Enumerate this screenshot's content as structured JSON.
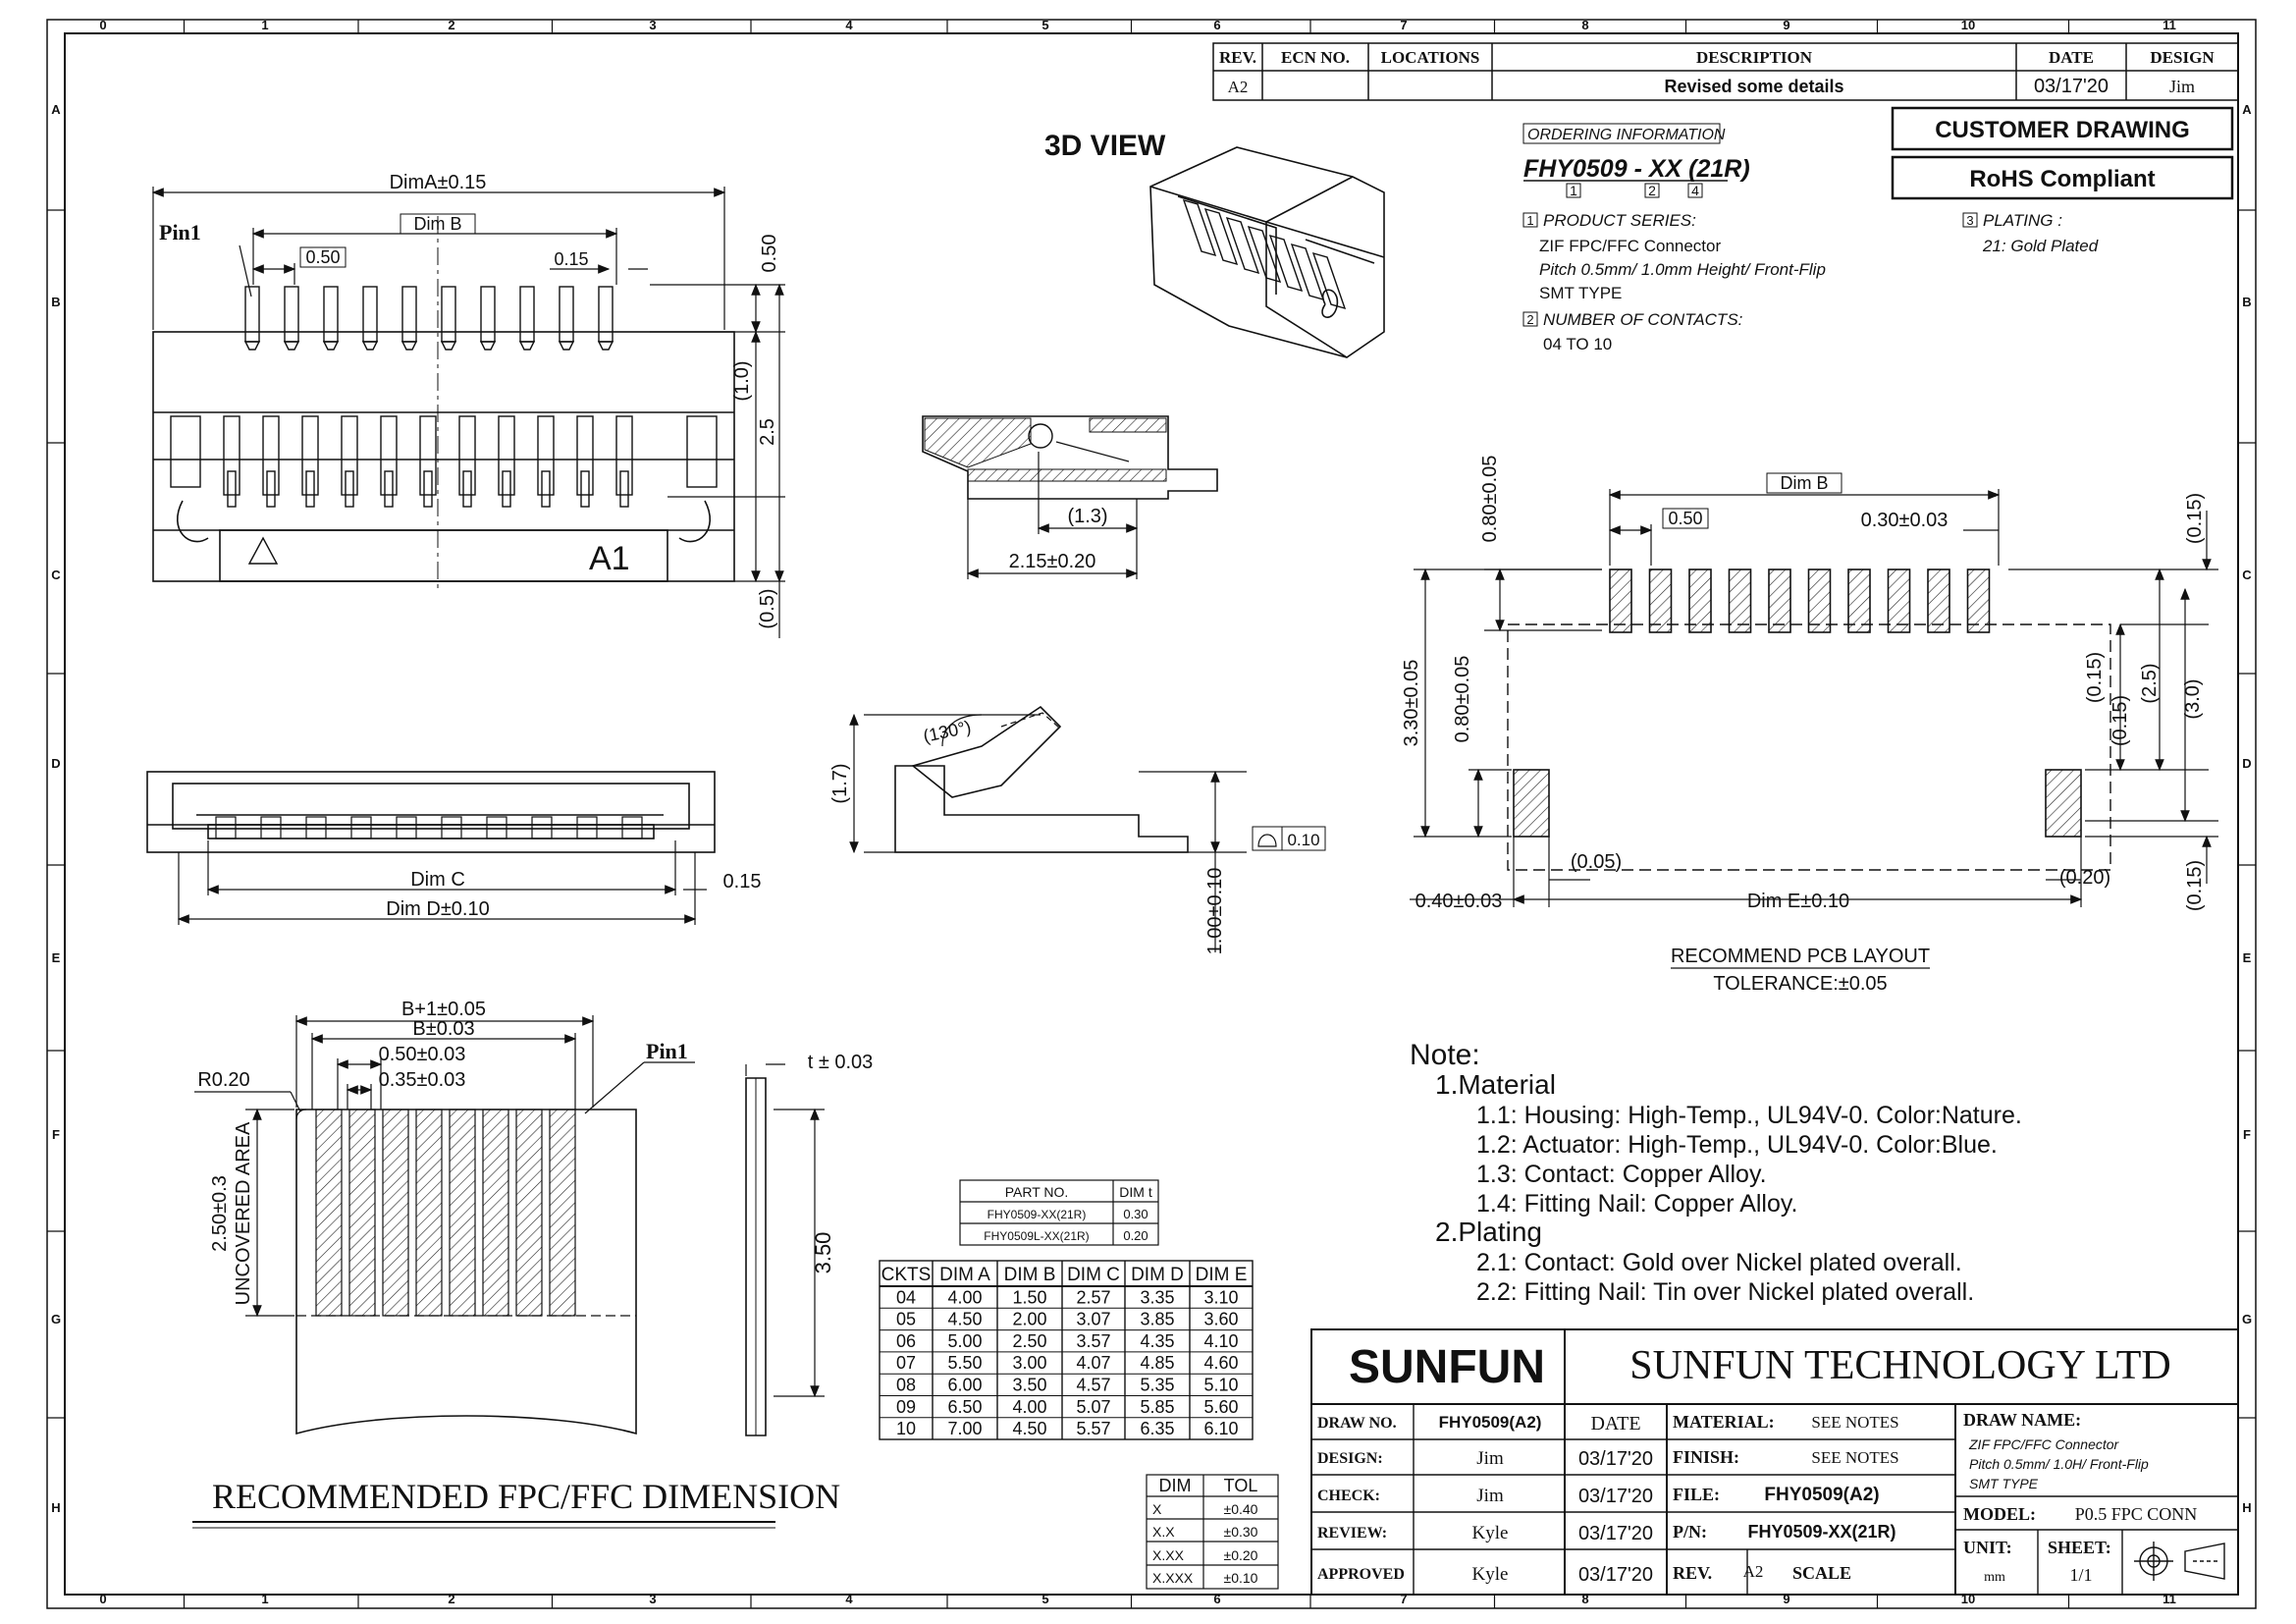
{
  "border": {
    "cols": [
      "0",
      "1",
      "2",
      "3",
      "4",
      "5",
      "6",
      "7",
      "8",
      "9",
      "10",
      "11"
    ],
    "rows": [
      "A",
      "B",
      "C",
      "D",
      "E",
      "F",
      "G",
      "H"
    ]
  },
  "revision": {
    "headers": [
      "REV.",
      "ECN NO.",
      "LOCATIONS",
      "DESCRIPTION",
      "DATE",
      "DESIGN"
    ],
    "row": [
      "A2",
      "",
      "",
      "Revised some details",
      "03/17'20",
      "Jim"
    ]
  },
  "labels": {
    "view3d": "3D VIEW",
    "customer_drawing": "CUSTOMER DRAWING",
    "rohs": "RoHS Compliant",
    "pcb_layout": "RECOMMEND PCB LAYOUT",
    "pcb_tol": "TOLERANCE:±0.05",
    "fpc_title": "RECOMMENDED FPC/FFC DIMENSION"
  },
  "ordering": {
    "heading": "ORDERING INFORMATION",
    "part_a": "FHY0509",
    "part_sep": " - ",
    "part_b": "XX",
    "part_c": " (21R)",
    "box1": "1",
    "box2": "2",
    "box3": "3",
    "box4": "4",
    "series_title": "PRODUCT SERIES:",
    "series_lines": [
      "ZIF FPC/FFC Connector",
      "Pitch 0.5mm/ 1.0mm Height/ Front-Flip",
      "SMT TYPE"
    ],
    "contacts_title": "NUMBER OF CONTACTS:",
    "contacts_value": "04 TO 10",
    "plating_title": "PLATING :",
    "plating_value": "21: Gold Plated"
  },
  "top_view": {
    "dim_a": "DimA±0.15",
    "dim_b": "Dim B",
    "pin1": "Pin1",
    "pitch": "0.50",
    "width": "0.15",
    "h050": "0.50",
    "h10": "(1.0)",
    "h25": "2.5",
    "h05": "(0.5)",
    "mark": "A1"
  },
  "side_view": {
    "d13": "(1.3)",
    "d215": "2.15±0.20"
  },
  "open_view": {
    "angle": "(130°)",
    "h17": "(1.7)",
    "h100": "1.00±0.10",
    "flat": "0.10"
  },
  "front_view": {
    "dim_c": "Dim C",
    "dim_d": "Dim D±0.10",
    "d015": "0.15"
  },
  "pcb": {
    "dim_b": "Dim B",
    "pitch": "0.50",
    "pad_w": "0.30±0.03",
    "pad_h": "0.80±0.05",
    "total_h": "3.30±0.05",
    "nail_h": "0.80±0.05",
    "e015a": "(0.15)",
    "e015b": "(0.15)",
    "e015c": "(0.15)",
    "e25": "(2.5)",
    "e30": "(3.0)",
    "e015d": "(0.15)",
    "e005": "(0.05)",
    "e040": "0.40±0.03",
    "dim_e": "Dim E±0.10",
    "e020": "(0.20)"
  },
  "fpc": {
    "b1": "B+1±0.05",
    "b": "B±0.03",
    "p050": "0.50±0.03",
    "p035": "0.35±0.03",
    "r020": "R0.20",
    "pin1": "Pin1",
    "len": "2.50±0.3",
    "area": "UNCOVERED AREA",
    "t": "t ± 0.03",
    "h350": "3.50"
  },
  "notes": {
    "title": "Note:",
    "lines": [
      "1.Material",
      "1.1: Housing: High-Temp., UL94V-0. Color:Nature.",
      "1.2: Actuator: High-Temp., UL94V-0. Color:Blue.",
      "1.3: Contact: Copper Alloy.",
      "1.4: Fitting Nail: Copper Alloy.",
      "2.Plating",
      "2.1: Contact: Gold over Nickel plated overall.",
      "2.2: Fitting Nail: Tin over Nickel plated overall."
    ]
  },
  "part_table": {
    "headers": [
      "PART NO.",
      "DIM t"
    ],
    "rows": [
      [
        "FHY0509-XX(21R)",
        "0.30"
      ],
      [
        "FHY0509L-XX(21R)",
        "0.20"
      ]
    ]
  },
  "dim_table": {
    "headers": [
      "CKTS",
      "DIM A",
      "DIM B",
      "DIM C",
      "DIM D",
      "DIM E"
    ],
    "rows": [
      [
        "04",
        "4.00",
        "1.50",
        "2.57",
        "3.35",
        "3.10"
      ],
      [
        "05",
        "4.50",
        "2.00",
        "3.07",
        "3.85",
        "3.60"
      ],
      [
        "06",
        "5.00",
        "2.50",
        "3.57",
        "4.35",
        "4.10"
      ],
      [
        "07",
        "5.50",
        "3.00",
        "4.07",
        "4.85",
        "4.60"
      ],
      [
        "08",
        "6.00",
        "3.50",
        "4.57",
        "5.35",
        "5.10"
      ],
      [
        "09",
        "6.50",
        "4.00",
        "5.07",
        "5.85",
        "5.60"
      ],
      [
        "10",
        "7.00",
        "4.50",
        "5.57",
        "6.35",
        "6.10"
      ]
    ]
  },
  "tol_table": {
    "headers": [
      "DIM",
      "TOL"
    ],
    "rows": [
      [
        "X",
        "±0.40"
      ],
      [
        "X.X",
        "±0.30"
      ],
      [
        "X.XX",
        "±0.20"
      ],
      [
        "X.XXX",
        "±0.10"
      ]
    ]
  },
  "title_block": {
    "logo": "SUNFUN",
    "company": "SUNFUN TECHNOLOGY LTD",
    "draw_no_label": "DRAW NO.",
    "draw_no": "FHY0509(A2)",
    "date_label": "DATE",
    "rows": [
      {
        "label": "DESIGN:",
        "name": "Jim",
        "date": "03/17'20"
      },
      {
        "label": "CHECK:",
        "name": "Jim",
        "date": "03/17'20"
      },
      {
        "label": "REVIEW:",
        "name": "Kyle",
        "date": "03/17'20"
      },
      {
        "label": "APPROVED",
        "name": "Kyle",
        "date": "03/17'20"
      }
    ],
    "material_label": "MATERIAL:",
    "material": "SEE NOTES",
    "finish_label": "FINISH:",
    "finish": "SEE NOTES",
    "file_label": "FILE:",
    "file": "FHY0509(A2)",
    "pn_label": "P/N:",
    "pn": "FHY0509-XX(21R)",
    "rev_label": "REV.",
    "rev": "A2",
    "scale_label": "SCALE",
    "draw_name_label": "DRAW NAME:",
    "draw_name_lines": [
      "ZIF FPC/FFC Connector",
      "Pitch 0.5mm/ 1.0H/ Front-Flip",
      "SMT TYPE"
    ],
    "model_label": "MODEL:",
    "model": "P0.5 FPC CONN",
    "unit_label": "UNIT:",
    "unit": "mm",
    "sheet_label": "SHEET:",
    "sheet": "1/1"
  }
}
